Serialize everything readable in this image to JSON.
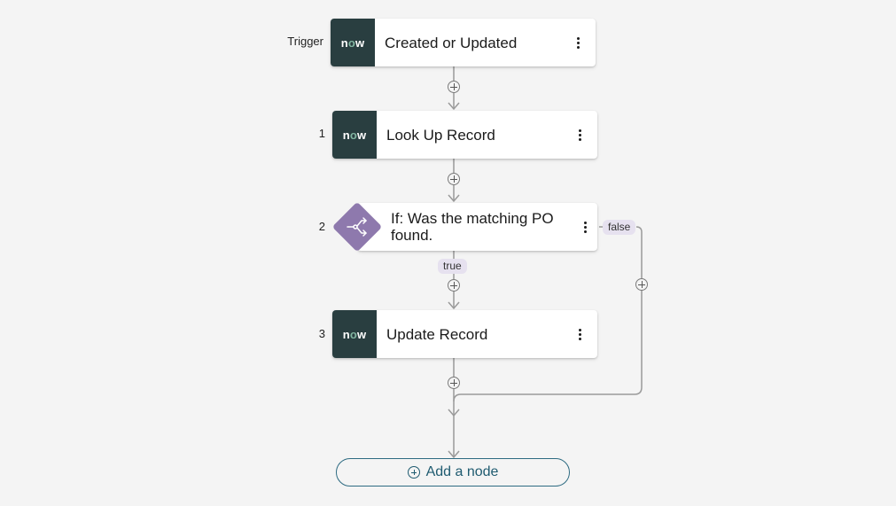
{
  "colors": {
    "background": "#f4f4f4",
    "now_logo_bg": "#293e40",
    "now_logo_accent": "#81b5a1",
    "decision_purple": "#8e79ad",
    "connector": "#9a9a9a",
    "add_node_accent": "#1f5b70",
    "badge_bg": "#e6e1ef"
  },
  "flow": {
    "trigger": {
      "label": "Trigger",
      "logo_text_prefix": "n",
      "logo_text_o": "o",
      "logo_text_suffix": "w",
      "title": "Created or Updated",
      "icon": "servicenow-logo"
    },
    "steps": [
      {
        "number": "1",
        "title": "Look Up Record",
        "icon": "servicenow-logo"
      },
      {
        "number": "2",
        "title": "If: Was the matching PO found.",
        "icon": "decision-branch-icon"
      },
      {
        "number": "3",
        "title": "Update Record",
        "icon": "servicenow-logo"
      }
    ],
    "branches": {
      "true_label": "true",
      "false_label": "false"
    },
    "add_node_label": "Add a node"
  }
}
